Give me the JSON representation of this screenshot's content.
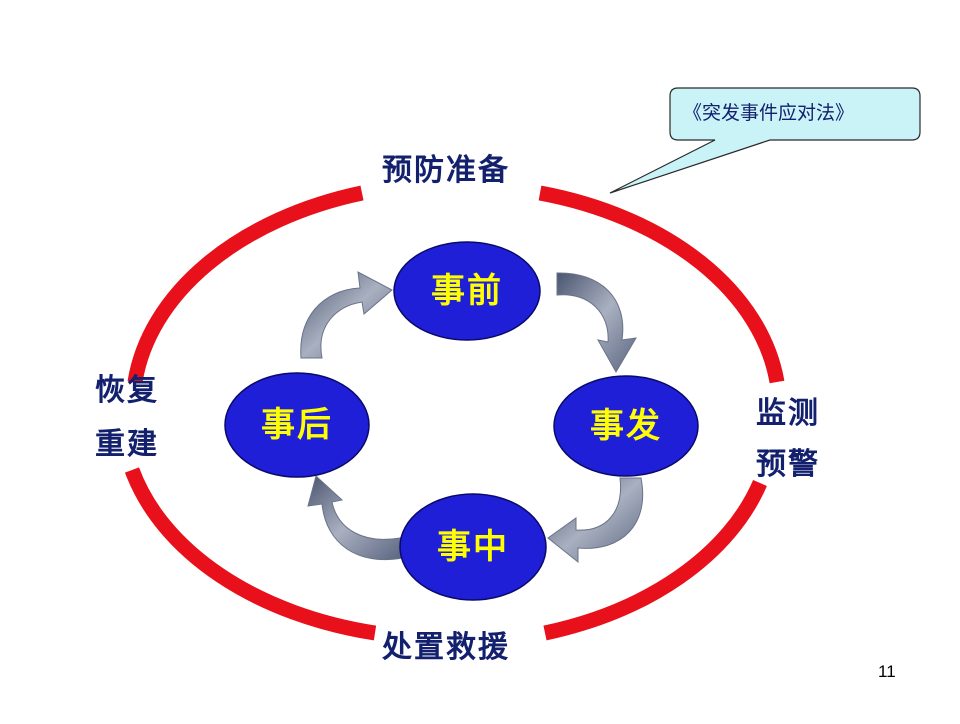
{
  "callout": {
    "text": "《突发事件应对法》"
  },
  "phases": {
    "top": "预防准备",
    "right_line1": "监测",
    "right_line2": "预警",
    "bottom": "处置救援",
    "left_line1": "恢复",
    "left_line2": "重建"
  },
  "nodes": {
    "before": "事前",
    "occur": "事发",
    "during": "事中",
    "after": "事后"
  },
  "page_number": "11",
  "colors": {
    "ring": "#e8101a",
    "node_fill": "#1f1fd8",
    "node_text": "#ffff00",
    "label_text": "#13206e",
    "callout_fill": "#c9f3f6",
    "arrow_fill": "#7a8499"
  }
}
